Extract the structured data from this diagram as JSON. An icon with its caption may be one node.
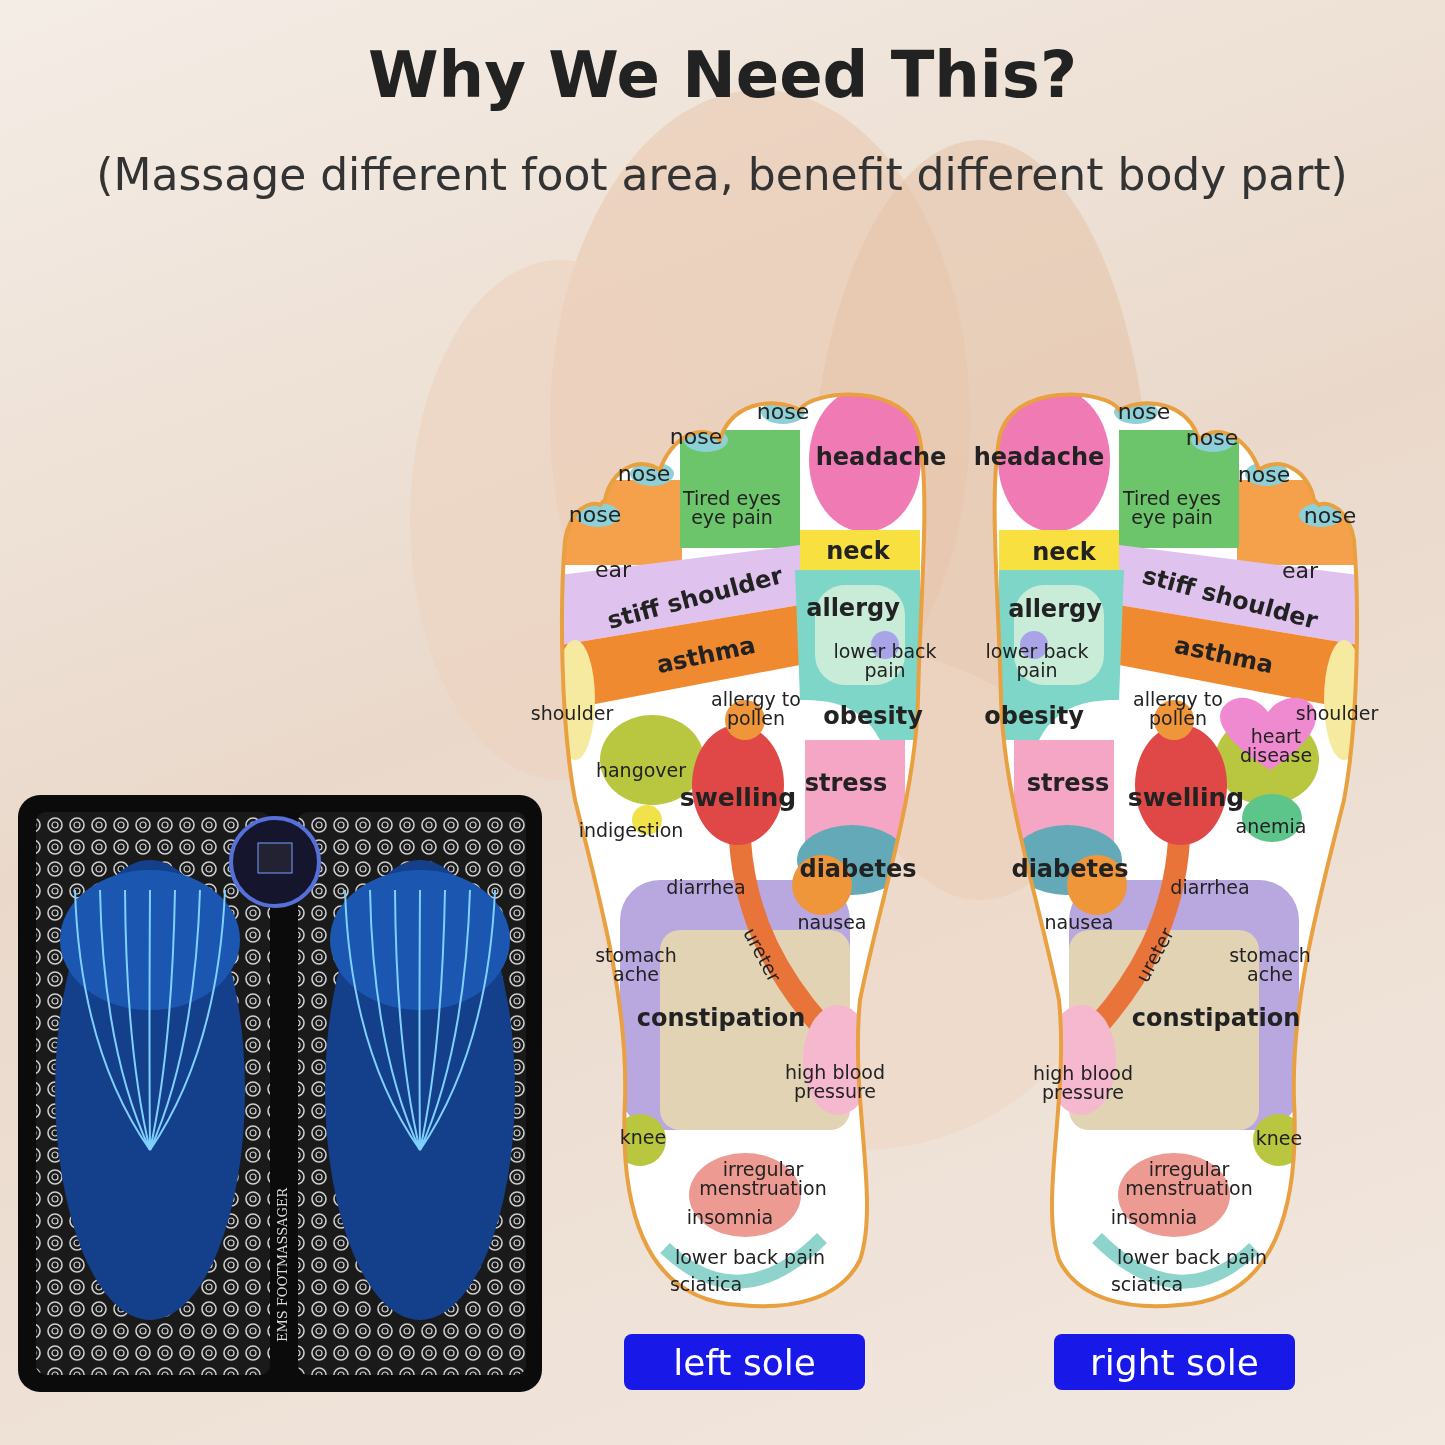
{
  "diagram": {
    "title": "Why We Need This?",
    "nodes": [
      {
        "text": [
          "left sole"
        ]
      },
      {
        "text": [
          "right sole"
        ]
      }
    ],
    "labels": [
      "(Massage different foot area, benefit different body part)",
      "EMS FOOTMASSAGER",
      "nose",
      "nose",
      "nose",
      "nose",
      "headache",
      "Tired eyes eye pain",
      "ear",
      "neck",
      "stiff shoulder",
      "allergy",
      "asthma",
      "lower back pain",
      "shoulder",
      "allergy to pollen",
      "obesity",
      "hangover",
      "swelling",
      "stress",
      "indigestion",
      "diarrhea",
      "diabetes",
      "nausea",
      "stomach ache",
      "ureter",
      "constipation",
      "high blood pressure",
      "knee",
      "irregular menstruation",
      "insomnia",
      "lower back pain",
      "sciatica",
      "nose",
      "nose",
      "nose",
      "nose",
      "headache",
      "Tired eyes eye pain",
      "ear",
      "neck",
      "stiff shoulder",
      "allergy",
      "asthma",
      "lower back pain",
      "shoulder",
      "allergy to pollen",
      "heart disease",
      "obesity",
      "swelling",
      "stress",
      "anemia",
      "diabetes",
      "diarrhea",
      "nausea",
      "stomach ache",
      "ureter",
      "constipation",
      "high blood pressure",
      "knee",
      "irregular menstruation",
      "insomnia",
      "lower back pain",
      "sciatica"
    ]
  }
}
